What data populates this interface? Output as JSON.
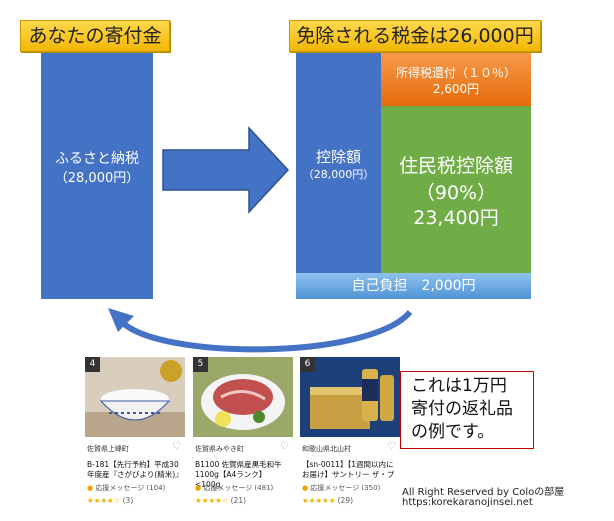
{
  "left_label": "あなたの寄付金",
  "right_label": "免除される税金は26,000円",
  "donation_box": {
    "title": "ふるさと納税",
    "amount": "（28,000円）"
  },
  "deduction_box": {
    "title": "控除額",
    "amount": "（28,000円）"
  },
  "income_tax": {
    "title": "所得税還付（１０％）",
    "amount": "2,600円"
  },
  "resident_tax": {
    "title": "住民税控除額",
    "percent": "（90%）",
    "amount": "23,400円"
  },
  "self_pay": "自己負担　2,000円",
  "products": [
    {
      "rank": "4",
      "location": "佐賀県上峰町",
      "title": "B-181【先行予約】平成30年度産『さがびより(精米)』",
      "message": "応援メッセージ (104)",
      "stars": "★★★★☆",
      "count": "(3)"
    },
    {
      "rank": "5",
      "location": "佐賀県みやき町",
      "title": "B1100 佐賀県産黒毛和牛1100g【A4ランク】<100g",
      "message": "応援メッセージ (481)",
      "stars": "★★★★☆",
      "count": "(21)"
    },
    {
      "rank": "6",
      "location": "和歌山県北山村",
      "title": "【sn-0011】【1週間以内にお届け】サントリー ザ・プ",
      "message": "応援メッセージ (350)",
      "stars": "★★★★★",
      "count": "(29)"
    }
  ],
  "note": [
    "これは1万円",
    "寄付の返礼品",
    "の例です。"
  ],
  "credit": {
    "line1": "All Right Reserved by Coloの部屋",
    "line2": "https:korekaranojinsei.net"
  },
  "colors": {
    "blue": "#4472c4",
    "orange": "#e46c0a",
    "green": "#70ad47",
    "yellow": "#f2b705",
    "red_border": "#c00000"
  }
}
